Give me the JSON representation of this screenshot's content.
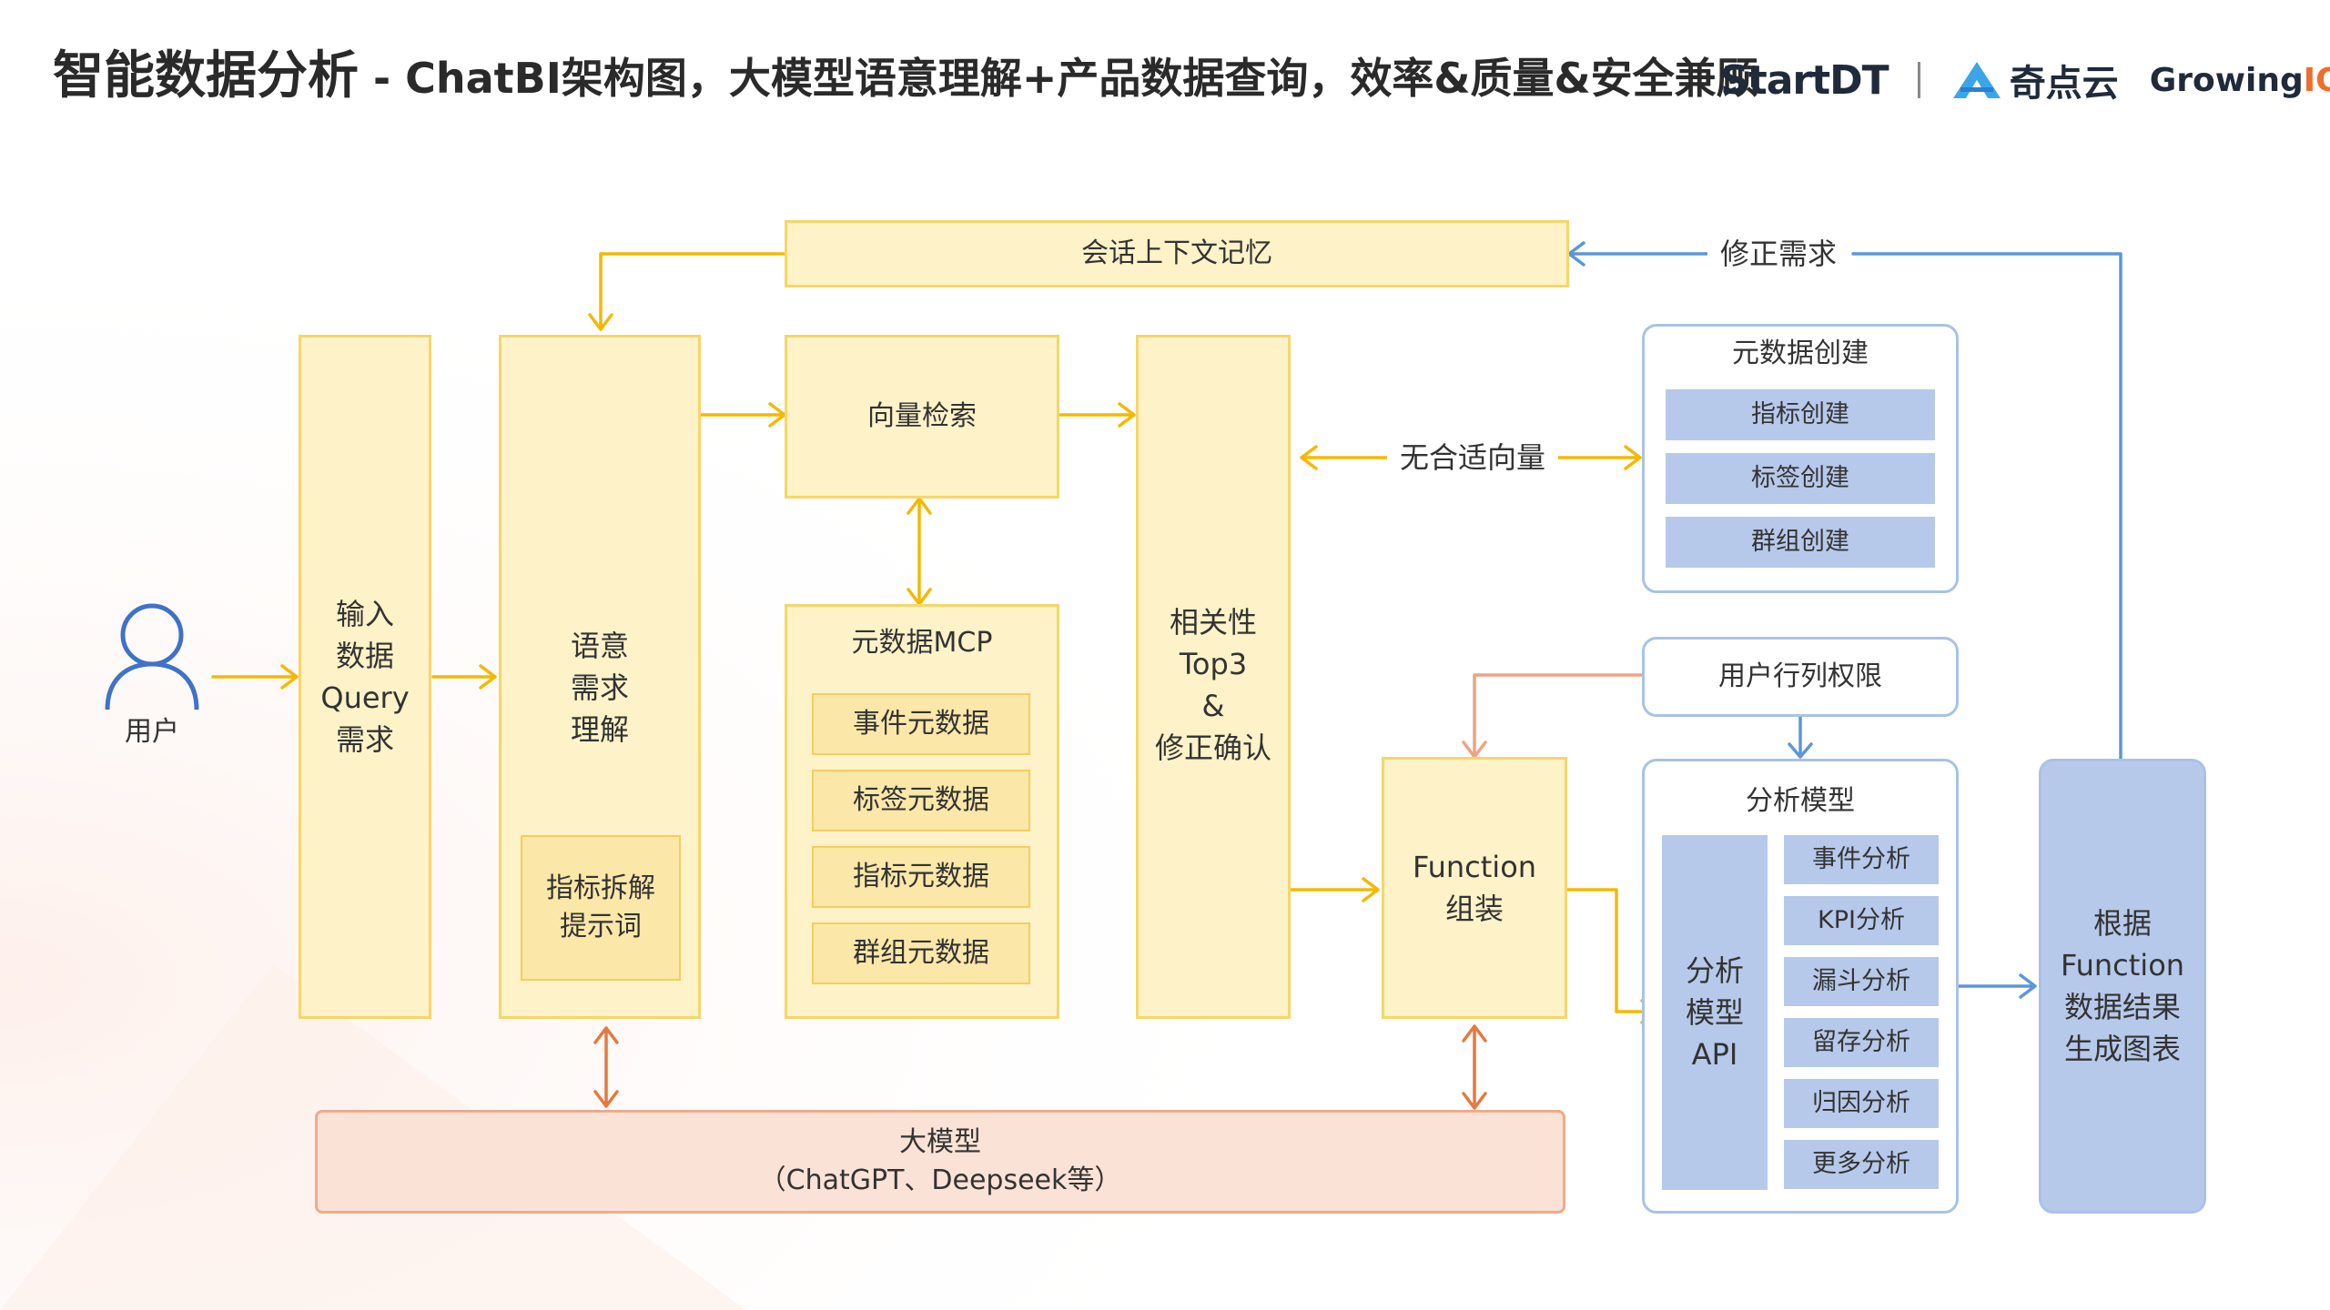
{
  "header": {
    "title_main": "智能数据分析",
    "title_sep": " - ",
    "title_sub": "ChatBI架构图，大模型语意理解+产品数据查询，效率&质量&安全兼顾"
  },
  "logos": {
    "startdt": "StartDT",
    "qidianyun": "奇点云",
    "growing_text": "Growing",
    "growing_io": "IO"
  },
  "diagram": {
    "user": "用户",
    "input": "输入\n数据\nQuery\n需求",
    "semantic": "语意\n需求\n理解",
    "metric_prompt": "指标拆解\n提示词",
    "session_memory": "会话上下文记忆",
    "vector_search": "向量检索",
    "metadata_mcp": {
      "title": "元数据MCP",
      "items": [
        "事件元数据",
        "标签元数据",
        "指标元数据",
        "群组元数据"
      ]
    },
    "relevance": "相关性\nTop3\n&\n修正确认",
    "no_vector": "无合适向量",
    "fix_request": "修正需求",
    "metadata_create": {
      "title": "元数据创建",
      "items": [
        "指标创建",
        "标签创建",
        "群组创建"
      ]
    },
    "user_permission": "用户行列权限",
    "function_assembly": "Function\n组装",
    "analysis_model": {
      "title": "分析模型",
      "api": "分析\n模型\nAPI",
      "items": [
        "事件分析",
        "KPI分析",
        "漏斗分析",
        "留存分析",
        "归因分析",
        "更多分析"
      ]
    },
    "chart_gen": "根据\nFunction\n数据结果\n生成图表",
    "llm": {
      "line1": "大模型",
      "line2": "（ChatGPT、Deepseek等）"
    }
  },
  "colors": {
    "yellow_arrow": "#f5b800",
    "orange_arrow": "#e4793f",
    "salmon_arrow": "#eea382",
    "blue_arrow": "#5b97d8",
    "user_icon": "#3f72c8"
  }
}
